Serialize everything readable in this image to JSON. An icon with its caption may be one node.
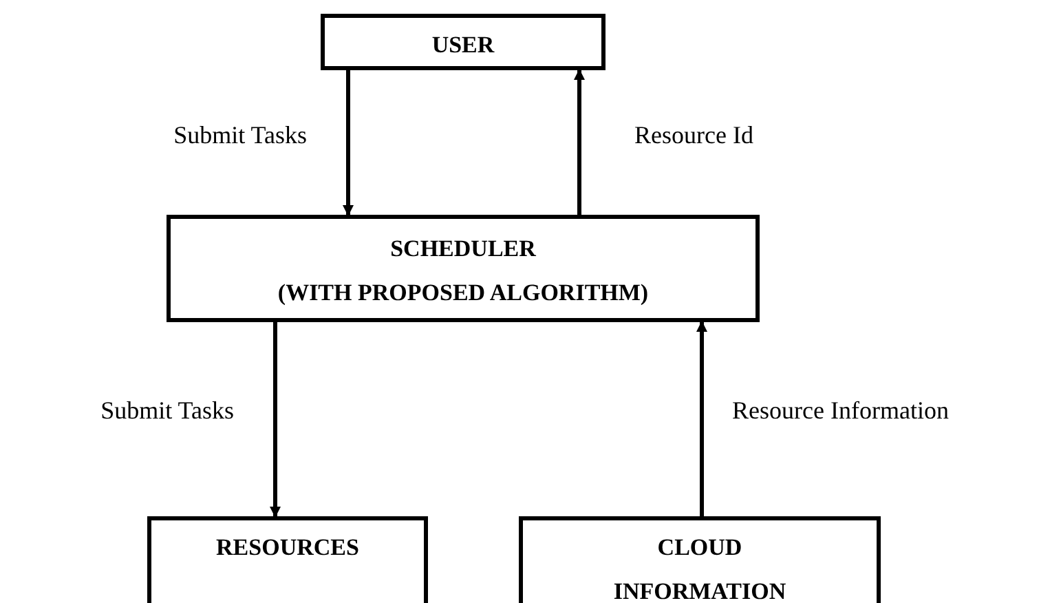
{
  "diagram": {
    "nodes": [
      {
        "text": [
          "USER"
        ]
      },
      {
        "text": [
          "SCHEDULER",
          "(WITH PROPOSED ALGORITHM)"
        ]
      },
      {
        "text": [
          "RESOURCES"
        ]
      },
      {
        "text": [
          "CLOUD INFORMATION"
        ]
      }
    ],
    "edges": [
      {
        "from": 0,
        "to": 1,
        "arrow": "to",
        "label": "Submit Tasks"
      },
      {
        "from": 1,
        "to": 0,
        "arrow": "to",
        "label": "Resource Id"
      },
      {
        "from": 1,
        "to": 2,
        "arrow": "to",
        "label": "Submit Tasks"
      },
      {
        "from": 3,
        "to": 1,
        "arrow": "to",
        "label": "Resource Information"
      }
    ]
  }
}
